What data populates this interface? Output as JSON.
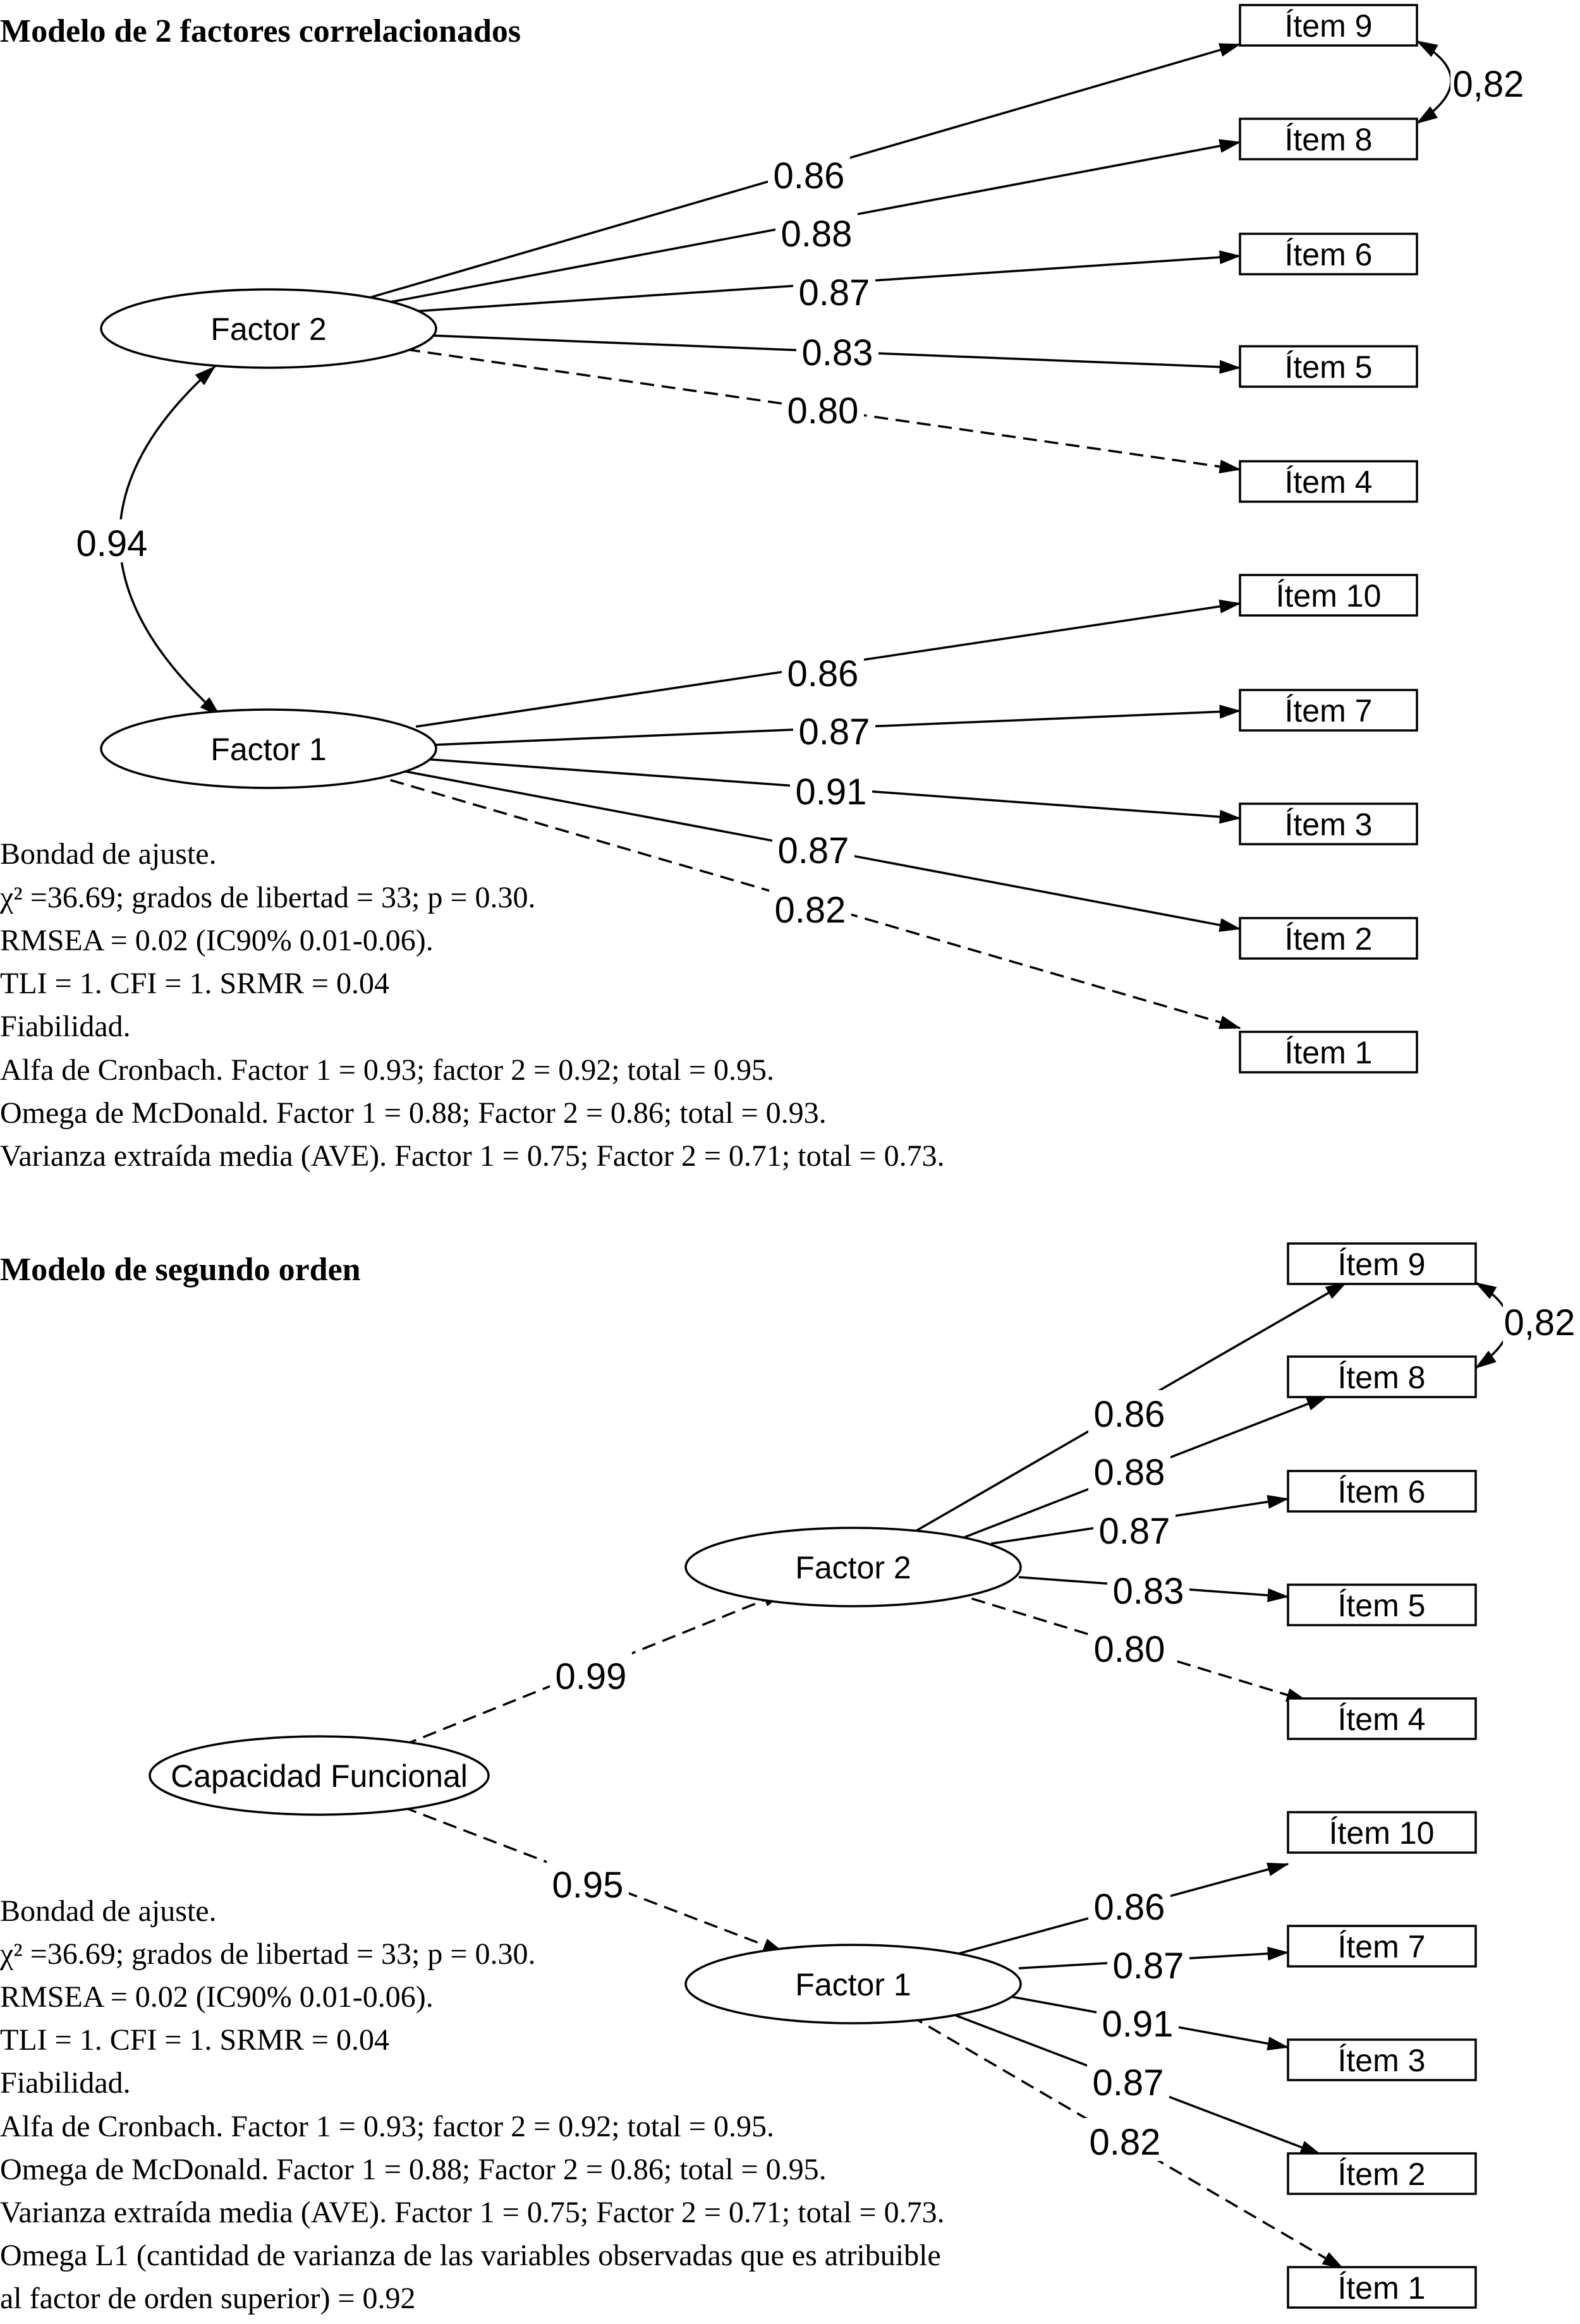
{
  "sections": [
    {
      "title": "Modelo de 2 factores correlacionados",
      "factors": {
        "f2": "Factor 2",
        "f1": "Factor 1"
      },
      "items": [
        "Ítem 9",
        "Ítem 8",
        "Ítem 6",
        "Ítem 5",
        "Ítem 4",
        "Ítem 10",
        "Ítem 7",
        "Ítem 3",
        "Ítem 2",
        "Ítem 1"
      ],
      "loadings": {
        "f2": [
          "0.86",
          "0.88",
          "0.87",
          "0.83",
          "0.80"
        ],
        "f1": [
          "0.86",
          "0.87",
          "0.91",
          "0.87",
          "0.82"
        ]
      },
      "factor_correlation": "0.94",
      "residual_correlation": "0,82",
      "fit_lines": [
        "Bondad de ajuste.",
        "χ² =36.69; grados de libertad = 33; p = 0.30.",
        "RMSEA = 0.02 (IC90% 0.01-0.06).",
        "TLI = 1. CFI = 1.  SRMR = 0.04",
        "Fiabilidad.",
        "Alfa de Cronbach. Factor 1 = 0.93; factor 2 = 0.92; total = 0.95.",
        "Omega de McDonald. Factor 1 = 0.88; Factor 2 = 0.86; total = 0.93.",
        "Varianza extraída media (AVE). Factor 1 = 0.75; Factor 2 = 0.71; total = 0.73."
      ]
    },
    {
      "title": "Modelo de segundo orden",
      "higher_factor": "Capacidad Funcional",
      "factors": {
        "f2": "Factor 2",
        "f1": "Factor 1"
      },
      "items": [
        "Ítem 9",
        "Ítem 8",
        "Ítem 6",
        "Ítem 5",
        "Ítem 4",
        "Ítem 10",
        "Ítem 7",
        "Ítem 3",
        "Ítem 2",
        "Ítem 1"
      ],
      "loadings": {
        "f2": [
          "0.86",
          "0.88",
          "0.87",
          "0.83",
          "0.80"
        ],
        "f1": [
          "0.86",
          "0.87",
          "0.91",
          "0.87",
          "0.82"
        ]
      },
      "second_order_loadings": {
        "f2": "0.99",
        "f1": "0.95"
      },
      "residual_correlation": "0,82",
      "fit_lines": [
        "Bondad de ajuste.",
        "χ² =36.69; grados de libertad = 33; p = 0.30.",
        "RMSEA = 0.02 (IC90% 0.01-0.06).",
        "TLI = 1. CFI = 1.  SRMR = 0.04",
        "Fiabilidad.",
        "Alfa de Cronbach. Factor 1 = 0.93; factor 2 = 0.92; total = 0.95.",
        "Omega de McDonald. Factor 1 = 0.88; Factor 2 = 0.86; total = 0.95.",
        "Varianza extraída media (AVE). Factor 1 = 0.75; Factor 2 = 0.71; total = 0.73.",
        "Omega L1 (cantidad de varianza de las variables observadas que es atribuible",
        "al factor de orden superior) = 0.92"
      ]
    }
  ]
}
